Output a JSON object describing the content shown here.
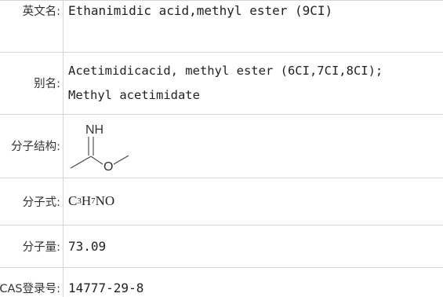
{
  "rows": [
    {
      "label": "英文名:",
      "value": "Ethanimidic acid,methyl ester (9CI)"
    },
    {
      "label": "别名:",
      "lines": [
        "Acetimidicacid, methyl ester (6CI,7CI,8CI);",
        "Methyl acetimidate"
      ]
    },
    {
      "label": "分子结构:",
      "structure": {
        "atom_nh": "NH",
        "atom_o": "O"
      }
    },
    {
      "label": "分子式:",
      "formula": [
        {
          "t": "C"
        },
        {
          "s": "3"
        },
        {
          "t": "H"
        },
        {
          "s": "7"
        },
        {
          "t": "NO"
        }
      ]
    },
    {
      "label": "分子量:",
      "value": "73.09"
    },
    {
      "label": "CAS登录号:",
      "value": "14777-29-8"
    }
  ],
  "colors": {
    "border": "#d6d6d6",
    "text": "#222222",
    "label": "#333333"
  }
}
